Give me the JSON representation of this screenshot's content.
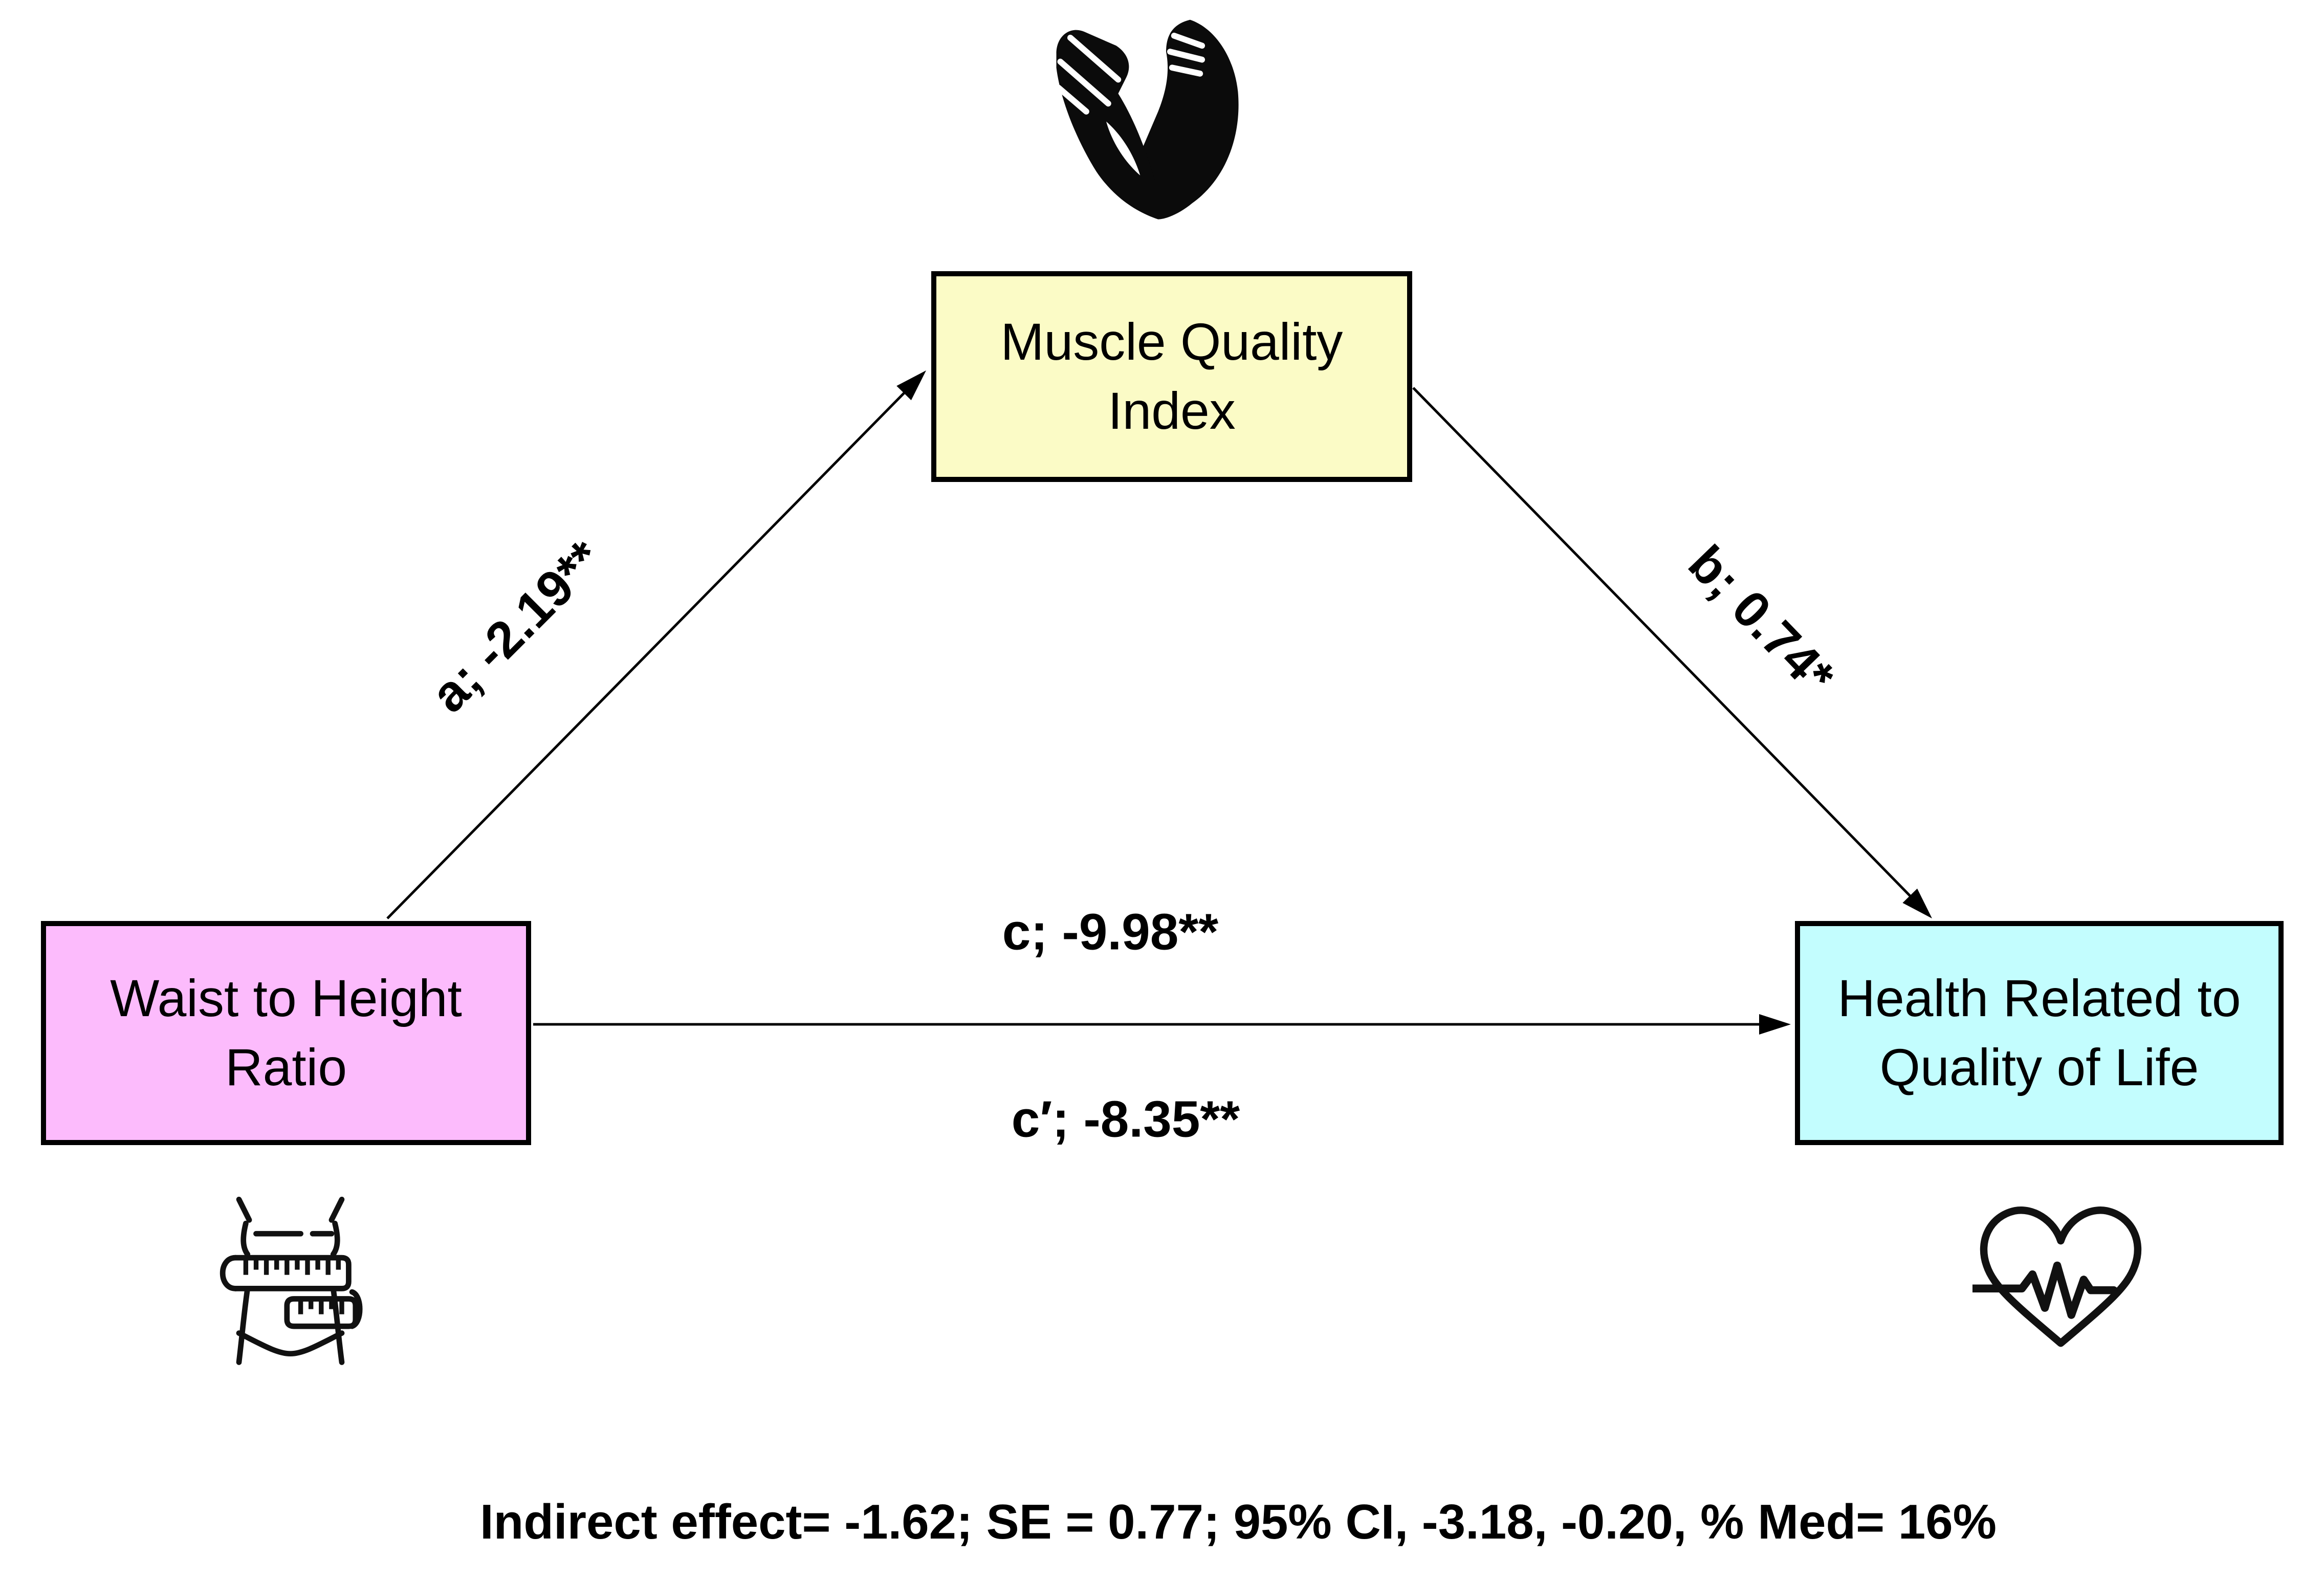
{
  "boxes": {
    "mediator": {
      "label": "Muscle Quality\nIndex"
    },
    "predictor": {
      "label": "Waist to Height\nRatio"
    },
    "outcome": {
      "label": "Health Related to\nQuality of Life"
    }
  },
  "path_labels": {
    "a": "a; -2.19**",
    "b": "b; 0.74*",
    "c": "c; -9.98**",
    "c_prime": "c′; -8.35**"
  },
  "note": "Indirect effect= -1.62; SE = 0.77; 95% CI, -3.18, -0.20, % Med= 16%",
  "colors": {
    "mediator_fill": "#FBFBC6",
    "predictor_fill": "#FCBBFC",
    "outcome_fill": "#C3FDFE",
    "line": "#000000"
  },
  "icons": {
    "mediator": "flexed-biceps-icon",
    "predictor": "waist-measuring-tape-icon",
    "outcome": "heart-pulse-icon"
  }
}
